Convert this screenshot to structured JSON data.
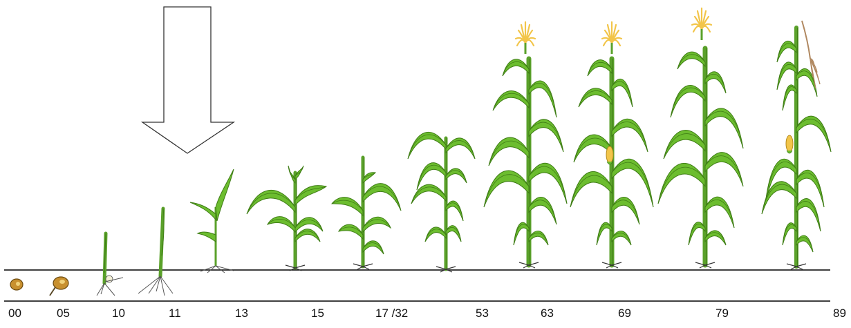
{
  "figure": {
    "stage_labels": [
      "00",
      "05",
      "10",
      "11",
      "13",
      "15",
      "17 /32",
      "53",
      "63",
      "69",
      "79",
      "89"
    ],
    "colors": {
      "leaf": "#6cbd2f",
      "leaf_dark": "#3f7d16",
      "stem": "#5aa12a",
      "tassel": "#f2c54a",
      "seed": "#c8902f",
      "root": "#555555",
      "line": "#000000"
    },
    "arrow_icon": "down-arrow-icon"
  }
}
